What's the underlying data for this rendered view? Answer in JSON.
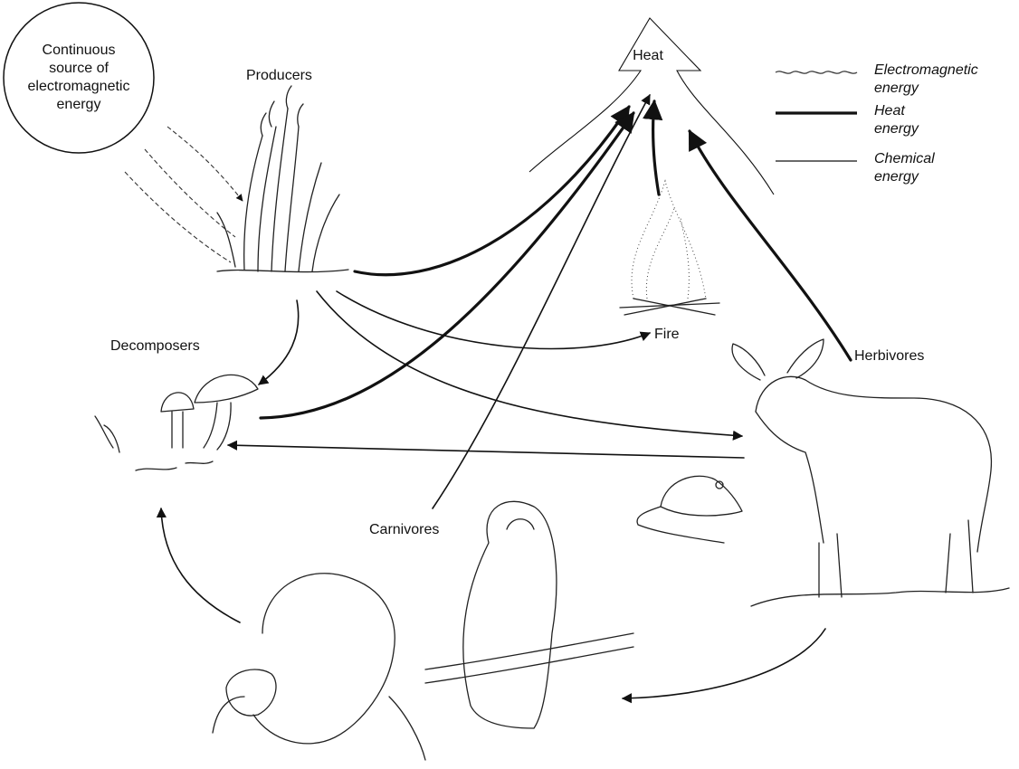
{
  "sun": {
    "line1": "Continuous",
    "line2": "source of",
    "line3": "electromagnetic",
    "line4": "energy"
  },
  "labels": {
    "producers": "Producers",
    "heat": "Heat",
    "decomposers": "Decomposers",
    "fire": "Fire",
    "herbivores": "Herbivores",
    "carnivores": "Carnivores"
  },
  "legend": {
    "electromagnetic": {
      "line1": "Electromagnetic",
      "line2": "energy"
    },
    "heat": {
      "line1": "Heat",
      "line2": "energy"
    },
    "chemical": {
      "line1": "Chemical",
      "line2": "energy"
    }
  }
}
